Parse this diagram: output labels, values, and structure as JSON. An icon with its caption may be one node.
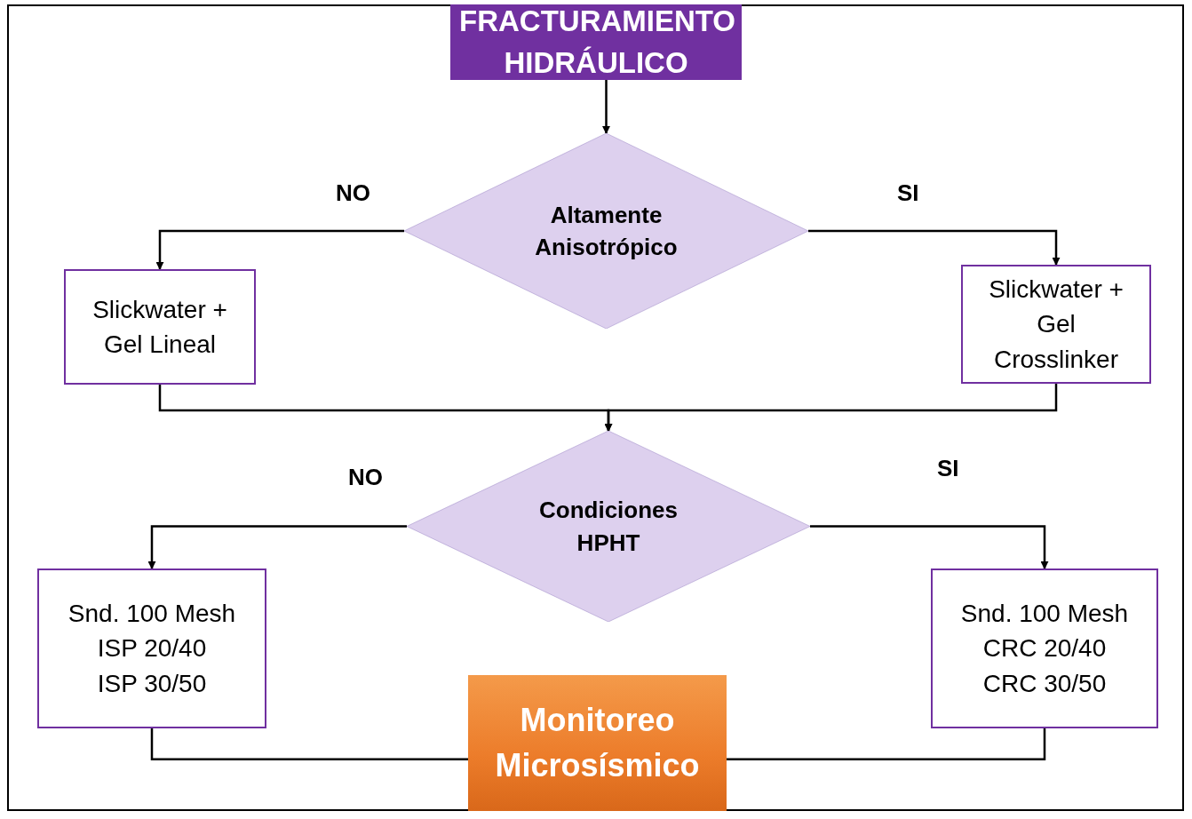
{
  "diagram": {
    "nodes": [
      {
        "text": [
          "FRACTURAMIENTO HIDRÁULICO"
        ]
      },
      {
        "text": [
          "Altamente Anisotrópico"
        ]
      },
      {
        "text": [
          "Slickwater + Gel Lineal"
        ]
      },
      {
        "text": [
          "Slickwater + Gel Crosslinker"
        ]
      },
      {
        "text": [
          "Condiciones HPHT"
        ]
      },
      {
        "text": [
          "Snd. 100 Mesh",
          "ISP 20/40",
          "ISP 30/50"
        ]
      },
      {
        "text": [
          "Snd. 100 Mesh",
          "CRC 20/40",
          "CRC 30/50"
        ]
      },
      {
        "text": [
          "Monitoreo Microsísmico"
        ]
      }
    ],
    "edges": [
      {
        "from": 0,
        "to": 1,
        "arrow": "to"
      },
      {
        "from": 1,
        "to": 2,
        "arrow": "to",
        "label": "NO"
      },
      {
        "from": 1,
        "to": 3,
        "arrow": "to",
        "label": "SI"
      },
      {
        "from": 2,
        "to": 4,
        "arrow": "to"
      },
      {
        "from": 3,
        "to": 4,
        "arrow": "to"
      },
      {
        "from": 4,
        "to": 5,
        "arrow": "to",
        "label": "NO"
      },
      {
        "from": 4,
        "to": 6,
        "arrow": "to",
        "label": "SI"
      },
      {
        "from": 5,
        "to": 7,
        "arrow": "none"
      },
      {
        "from": 6,
        "to": 7,
        "arrow": "none"
      }
    ]
  }
}
